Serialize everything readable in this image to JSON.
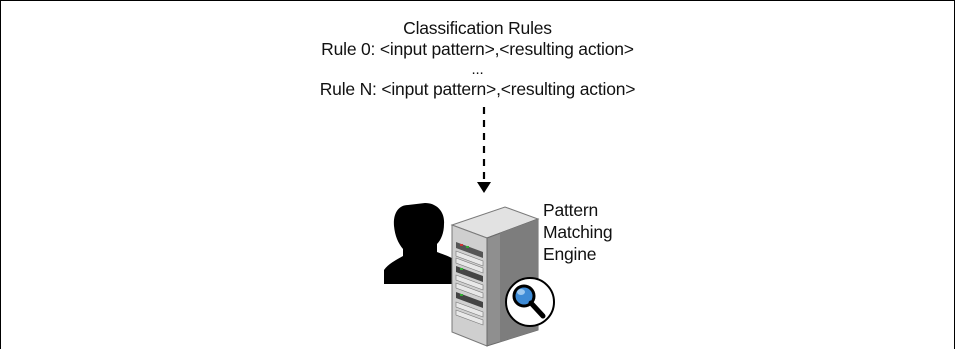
{
  "rules": {
    "title": "Classification Rules",
    "rule_first": "Rule 0: <input pattern>,<resulting action>",
    "ellipsis": "...",
    "rule_last": "Rule N: <input pattern>,<resulting action>"
  },
  "engine": {
    "line1": "Pattern",
    "line2": "Matching",
    "line3": "Engine"
  },
  "icons": {
    "user": "user-silhouette-icon",
    "server": "server-icon",
    "search": "magnifier-icon"
  },
  "colors": {
    "text": "#111111",
    "user_fill": "#000000",
    "server_front": "#c9c9c9",
    "server_side": "#8f8f8f",
    "server_top": "#e2e2e2"
  }
}
